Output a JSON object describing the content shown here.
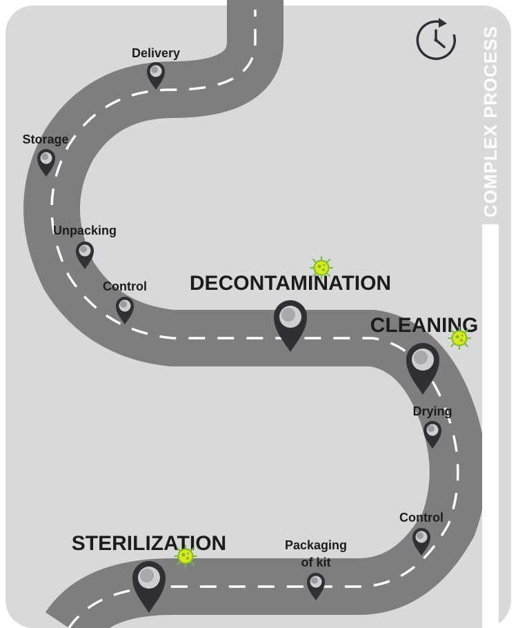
{
  "side_title": "COMPLEX PROCESS",
  "colors": {
    "panel": "#d8d9db",
    "road": "#7d7e80",
    "road_dash": "#ffffff",
    "pin_fill": "#2f3033",
    "pin_ring": "#cfcfd1",
    "germ": "#d9e81a",
    "germ_outline": "#7dbb2e",
    "text": "#1c1c1e",
    "side_bar": "#ffffff"
  },
  "icons": {
    "clock": "clock-icon",
    "pin": "map-pin-icon",
    "germ": "germ-icon"
  },
  "steps": {
    "delivery": "Delivery",
    "storage": "Storage",
    "unpacking": "Unpacking",
    "control_1": "Control",
    "decontamination": "DECONTAMINATION",
    "cleaning": "CLEANING",
    "drying": "Drying",
    "control_2": "Control",
    "packaging_line1": "Packaging",
    "packaging_line2": "of kit",
    "sterilization": "STERILIZATION"
  }
}
